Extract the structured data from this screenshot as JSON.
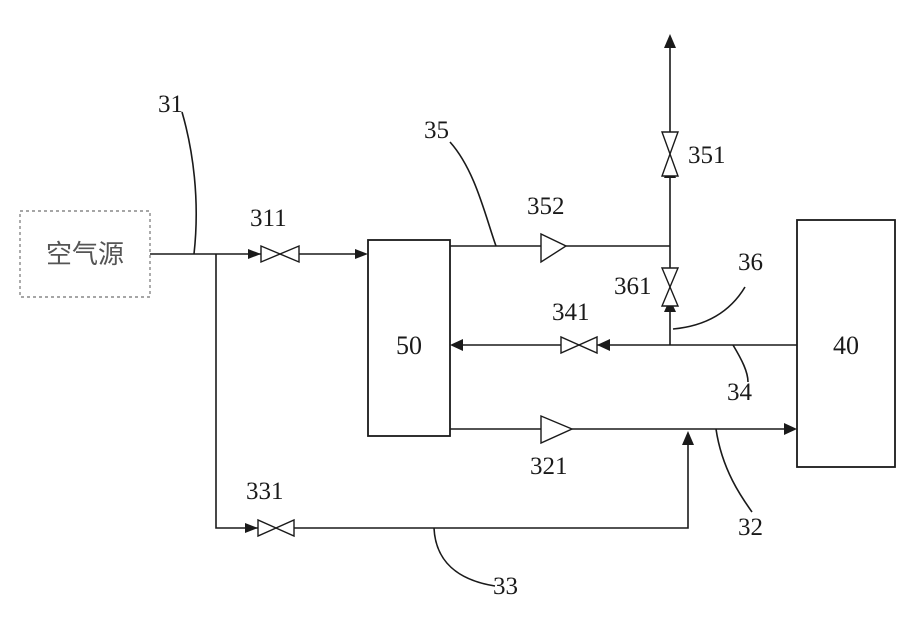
{
  "air_source": {
    "label": "空气源"
  },
  "blocks": {
    "b50": "50",
    "b40": "40"
  },
  "lines": {
    "l31": "31",
    "l32": "32",
    "l33": "33",
    "l34": "34",
    "l35": "35",
    "l36": "36"
  },
  "valves": {
    "v311": "311",
    "v331": "331",
    "v341": "341",
    "v351": "351",
    "v361": "361"
  },
  "nozzles": {
    "n321": "321",
    "n352": "352"
  }
}
